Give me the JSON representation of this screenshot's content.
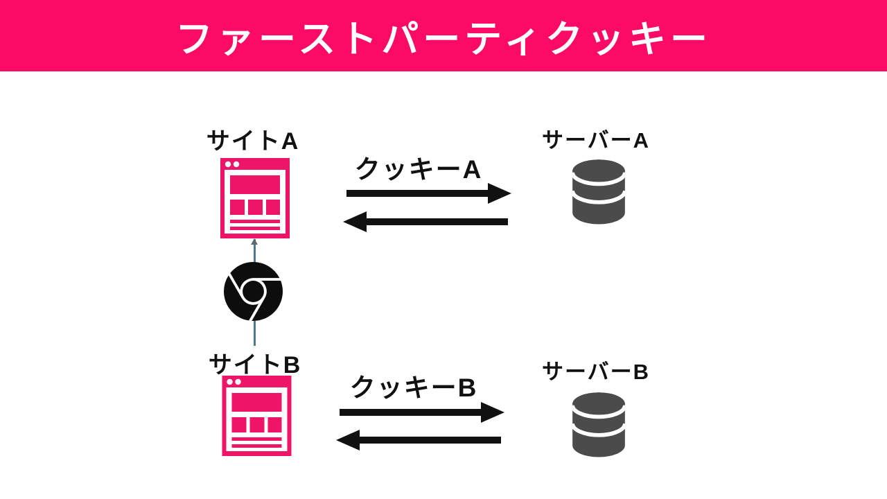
{
  "banner": {
    "title": "ファーストパーティクッキー"
  },
  "colors": {
    "banner_bg": "#fb0a66",
    "banner_text": "#ffffff",
    "pink": "#ee1467",
    "gray": "#4b4b4b",
    "ink": "#111111",
    "connector": "#4a7a8e"
  },
  "diagram": {
    "browser": {
      "icon": "chrome-browser-icon"
    },
    "rows": [
      {
        "site": {
          "label": "サイトA",
          "icon": "browser-window-icon"
        },
        "cookie": {
          "label": "クッキーA"
        },
        "server": {
          "label": "サーバーA",
          "icon": "database-icon"
        }
      },
      {
        "site": {
          "label": "サイトB",
          "icon": "browser-window-icon"
        },
        "cookie": {
          "label": "クッキーB"
        },
        "server": {
          "label": "サーバーB",
          "icon": "database-icon"
        }
      }
    ]
  }
}
